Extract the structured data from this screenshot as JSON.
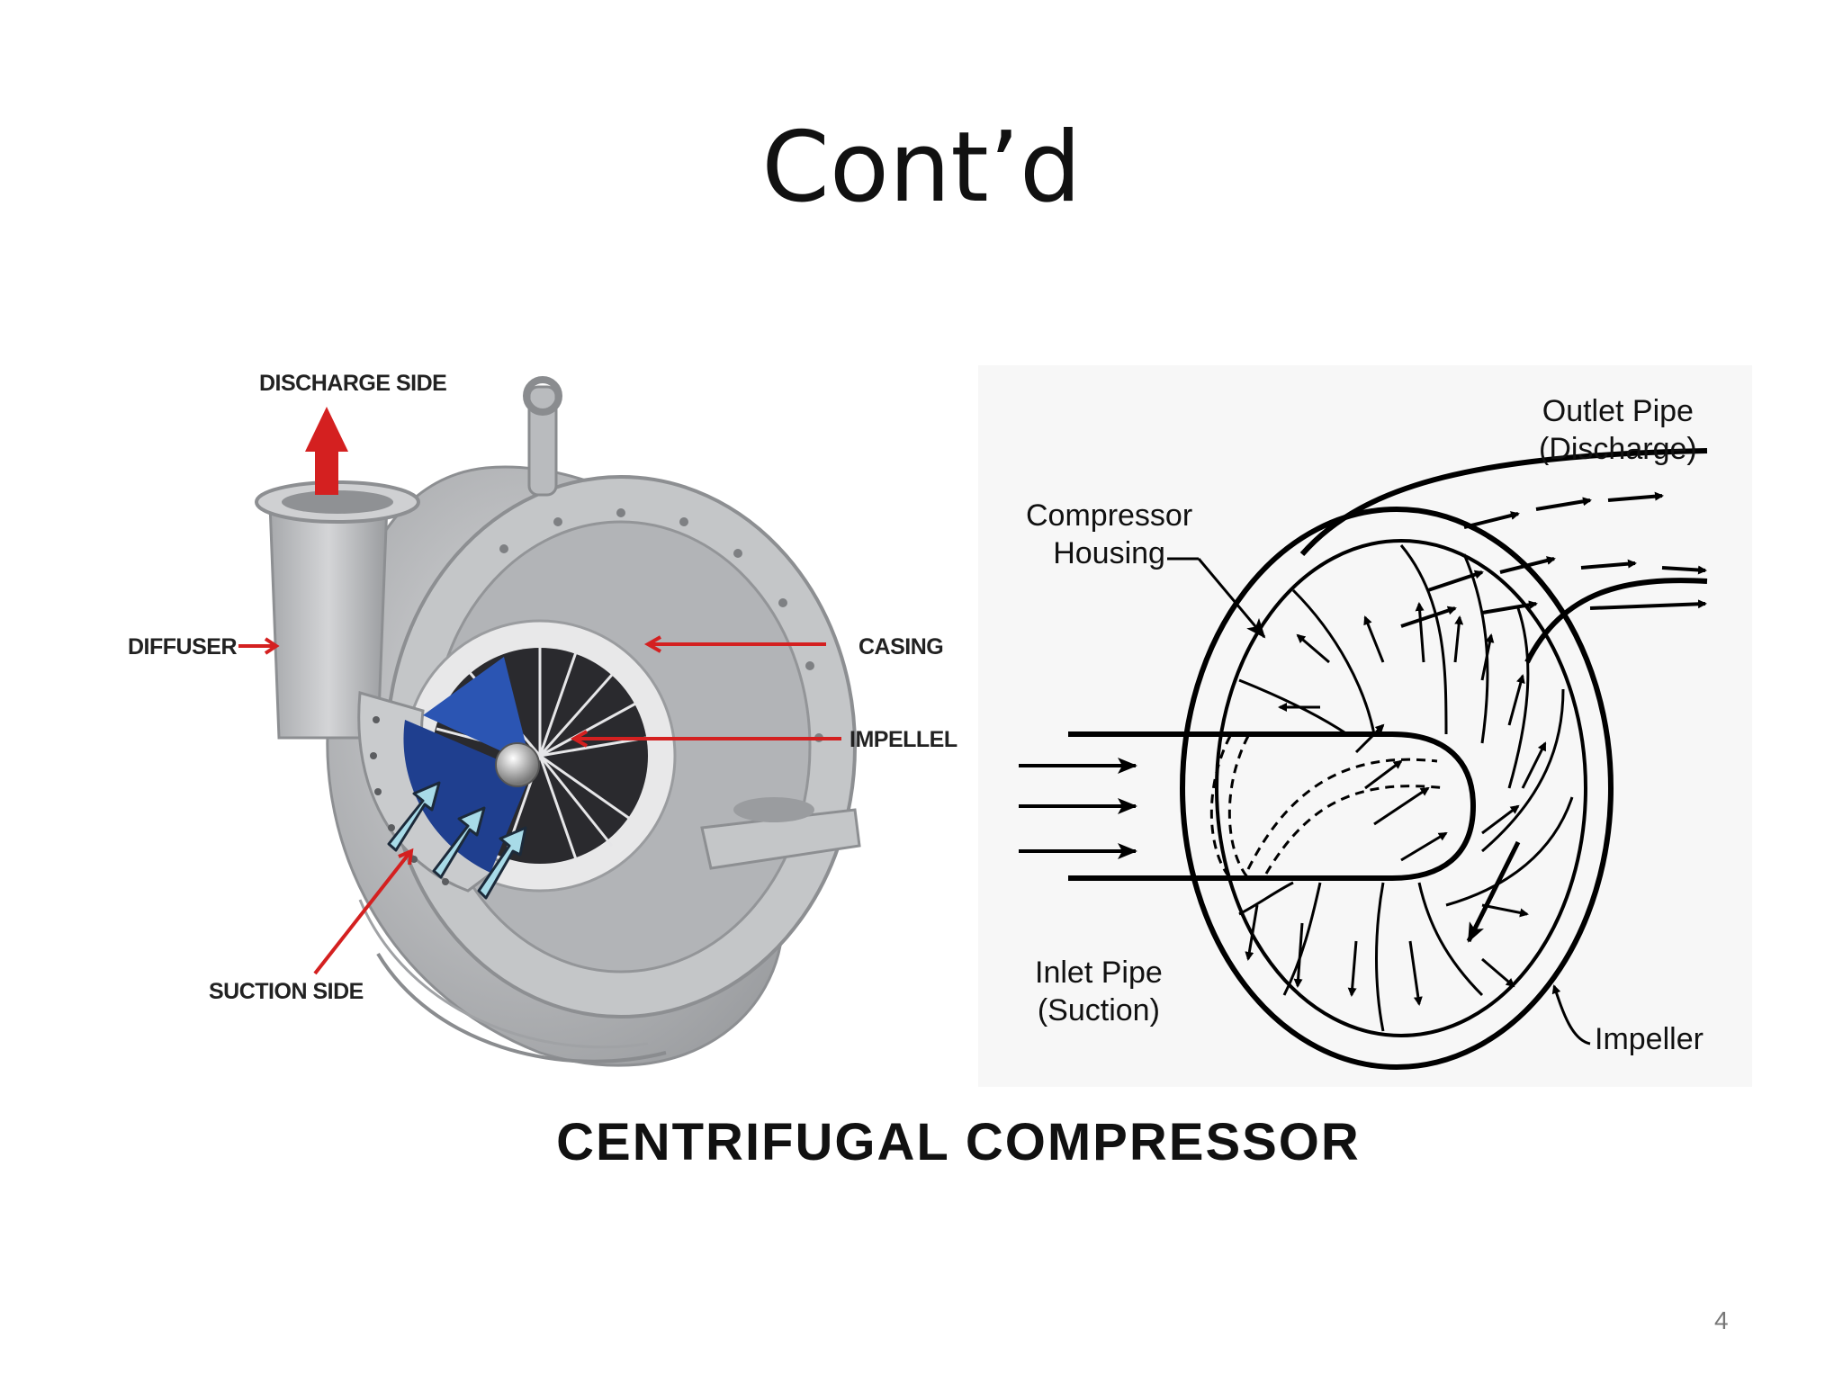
{
  "slide": {
    "title": "Cont’d",
    "page_number": "4"
  },
  "left_figure": {
    "labels": {
      "discharge": "DISCHARGE SIDE",
      "diffuser": "DIFFUSER",
      "casing": "CASING",
      "impeller": "IMPELLEL",
      "suction": "SUCTION SIDE"
    },
    "colors": {
      "arrow": "#d42020",
      "body": "#b9bbbe",
      "blade": "#1f3f8f",
      "flow": "#a8dbe8"
    }
  },
  "right_figure": {
    "labels": {
      "housing": "Compressor\nHousing",
      "outlet": "Outlet Pipe\n(Discharge)",
      "inlet": "Inlet Pipe\n(Suction)",
      "impeller": "Impeller"
    }
  },
  "caption": "CENTRIFUGAL COMPRESSOR"
}
